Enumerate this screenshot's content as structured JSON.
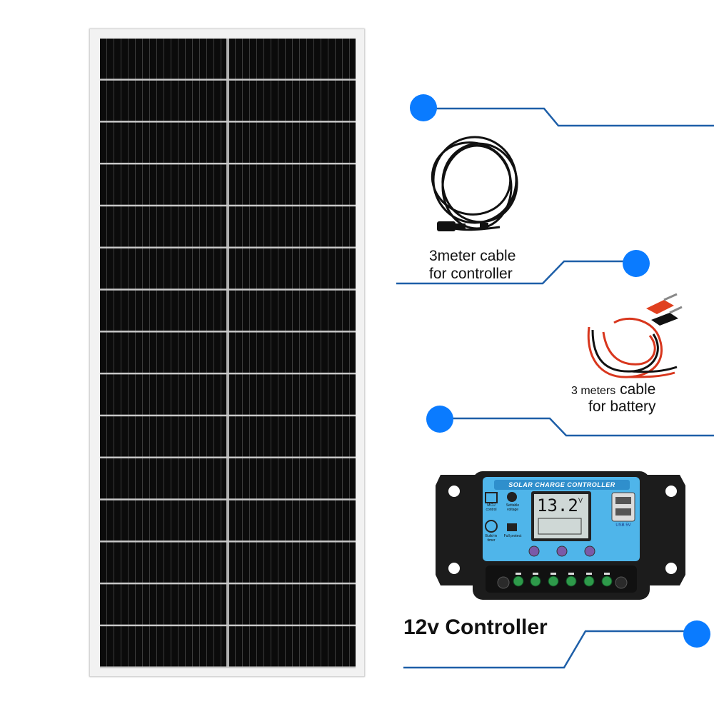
{
  "product": {
    "cable_controller_line1": "3meter cable",
    "cable_controller_line2": "for controller",
    "cable_battery_line1_prefix": "3 meters",
    "cable_battery_line1_suffix": " cable",
    "cable_battery_line2": "for battery",
    "controller_caption": "12v Controller"
  },
  "controller_device": {
    "header": "SOLAR CHARGE CONTROLLER",
    "display_value": "13.2",
    "display_unit": "V",
    "feature_mcu": "MCU control",
    "feature_voltage": "Settable voltage",
    "feature_timer": "Build-in timer",
    "feature_protect": "Full protect",
    "usb_label": "USB 5V"
  },
  "colors": {
    "accent_blue": "#0a7bff",
    "line_blue": "#1e5fa8",
    "controller_face": "#4fb5ea",
    "controller_body": "#1c1c1c",
    "terminal_green": "#2e9a4a"
  }
}
